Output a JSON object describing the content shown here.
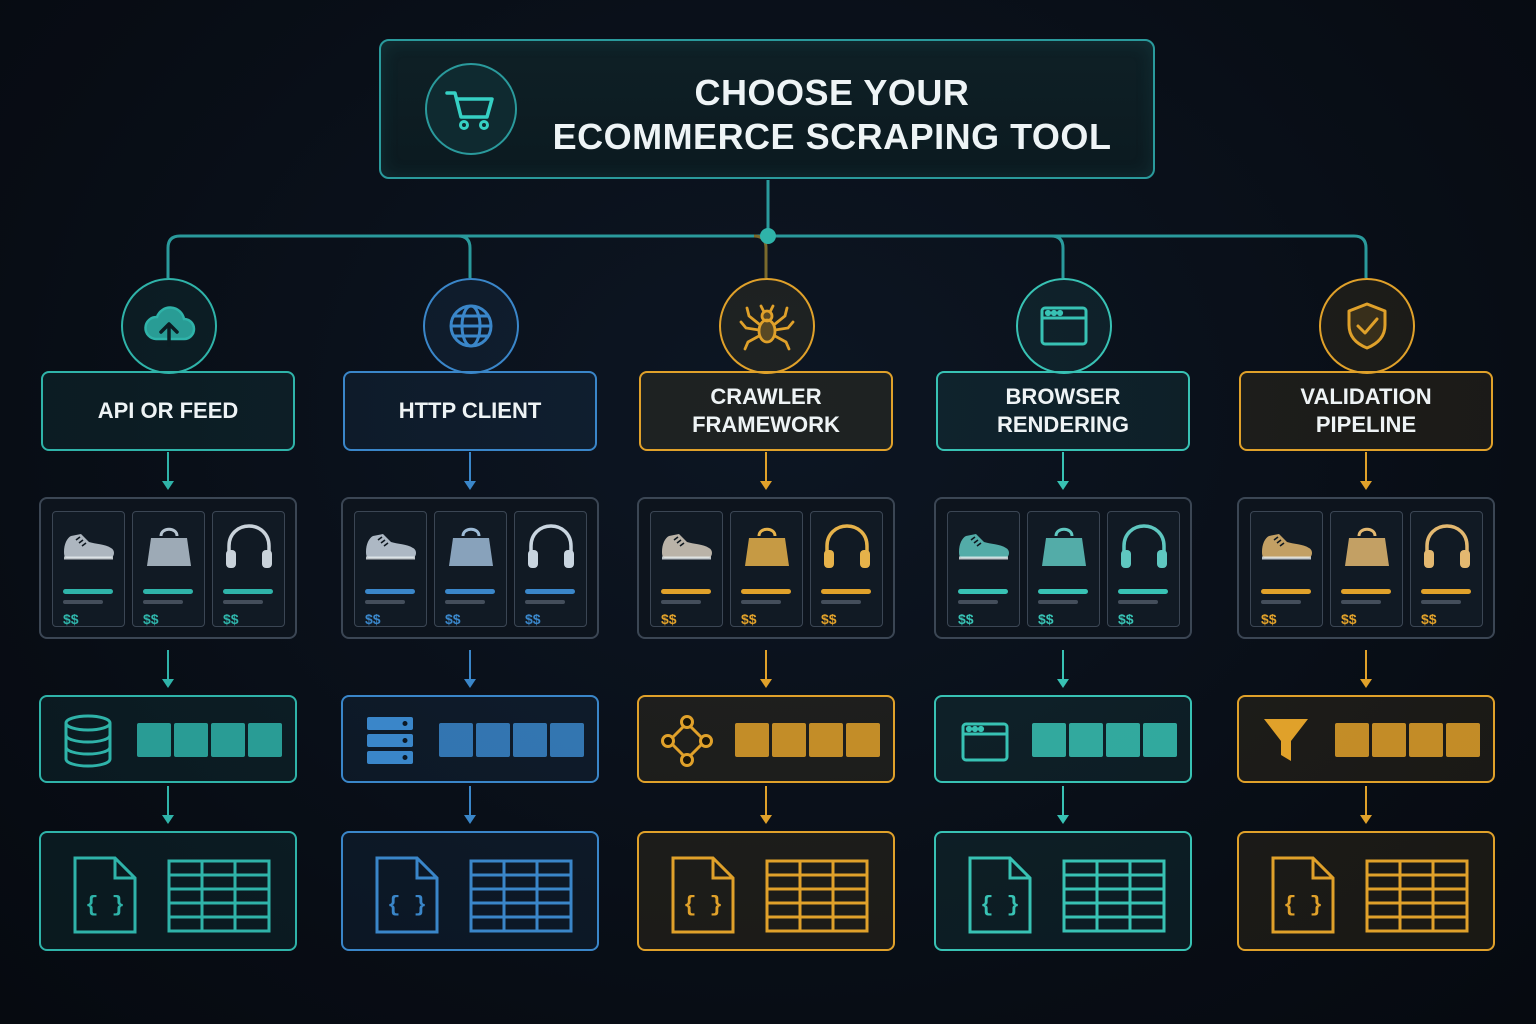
{
  "title": {
    "line1": "CHOOSE YOUR",
    "line2": "ECOMMERCE SCRAPING TOOL",
    "icon": "shopping-cart-icon"
  },
  "colors": {
    "teal": "#2fb3a9",
    "blue": "#3a86c9",
    "amber": "#e0a12a",
    "teal_light": "#38c2b4"
  },
  "columns": [
    {
      "id": "api",
      "label_lines": [
        "API OR FEED"
      ],
      "icon": "cloud-upload-icon",
      "accent": "#2fb3a9",
      "storage_icon": "database-icon",
      "price": "$$"
    },
    {
      "id": "http",
      "label_lines": [
        "HTTP CLIENT"
      ],
      "icon": "globe-icon",
      "accent": "#3a86c9",
      "storage_icon": "server-stack-icon",
      "price": "$$"
    },
    {
      "id": "crawler",
      "label_lines": [
        "CRAWLER",
        "FRAMEWORK"
      ],
      "icon": "spider-icon",
      "accent": "#e0a12a",
      "storage_icon": "graph-nodes-icon",
      "price": "$$"
    },
    {
      "id": "browser",
      "label_lines": [
        "BROWSER",
        "RENDERING"
      ],
      "icon": "browser-window-icon",
      "accent": "#38c2b4",
      "storage_icon": "browser-window-icon",
      "price": "$$"
    },
    {
      "id": "validation",
      "label_lines": [
        "VALIDATION",
        "PIPELINE"
      ],
      "icon": "shield-check-icon",
      "accent": "#e0a12a",
      "storage_icon": "filter-funnel-icon",
      "price": "$$"
    }
  ],
  "products": [
    {
      "icon": "sneaker-icon"
    },
    {
      "icon": "shopping-bag-icon"
    },
    {
      "icon": "headphones-icon"
    }
  ]
}
